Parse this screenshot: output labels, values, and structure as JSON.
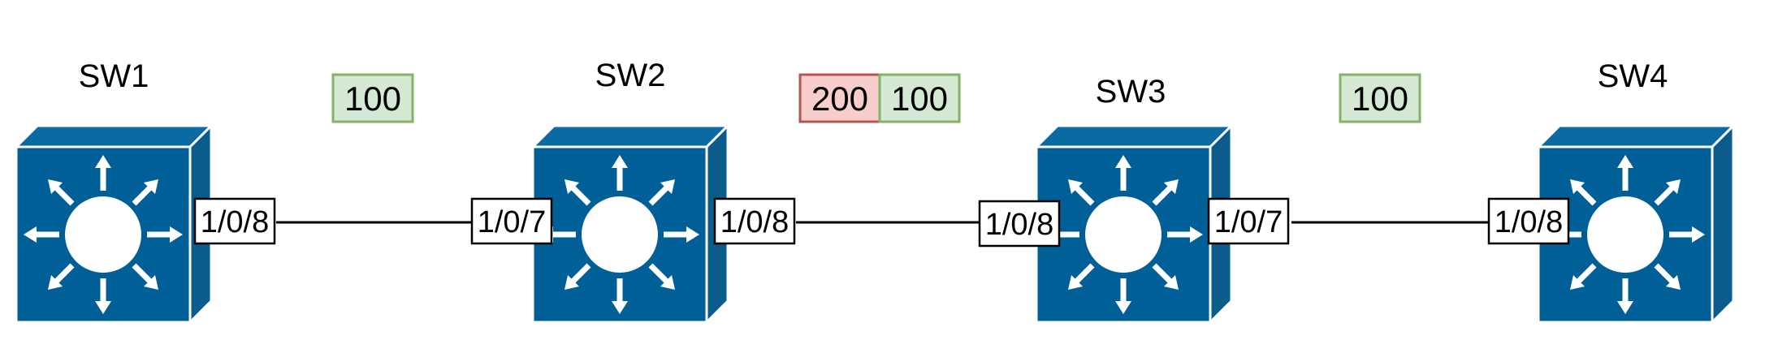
{
  "switches": [
    {
      "name": "SW1"
    },
    {
      "name": "SW2"
    },
    {
      "name": "SW3"
    },
    {
      "name": "SW4"
    }
  ],
  "ports": {
    "sw1_right": "1/0/8",
    "sw2_left": "1/0/7",
    "sw2_right": "1/0/8",
    "sw3_left": "1/0/8",
    "sw3_right": "1/0/7",
    "sw4_left": "1/0/8"
  },
  "vlan_tags": {
    "link1": [
      "100"
    ],
    "link2": [
      "200",
      "100"
    ],
    "link3": [
      "100"
    ]
  },
  "colors": {
    "switch_front": "#005f96",
    "switch_side": "#0b5b8c",
    "tag_green_fill": "#d5e8d4",
    "tag_green_border": "#82b366",
    "tag_red_fill": "#f8cecc",
    "tag_red_border": "#b85450",
    "link": "#000000"
  },
  "icons": {
    "switch": "layer3-switch-icon"
  }
}
